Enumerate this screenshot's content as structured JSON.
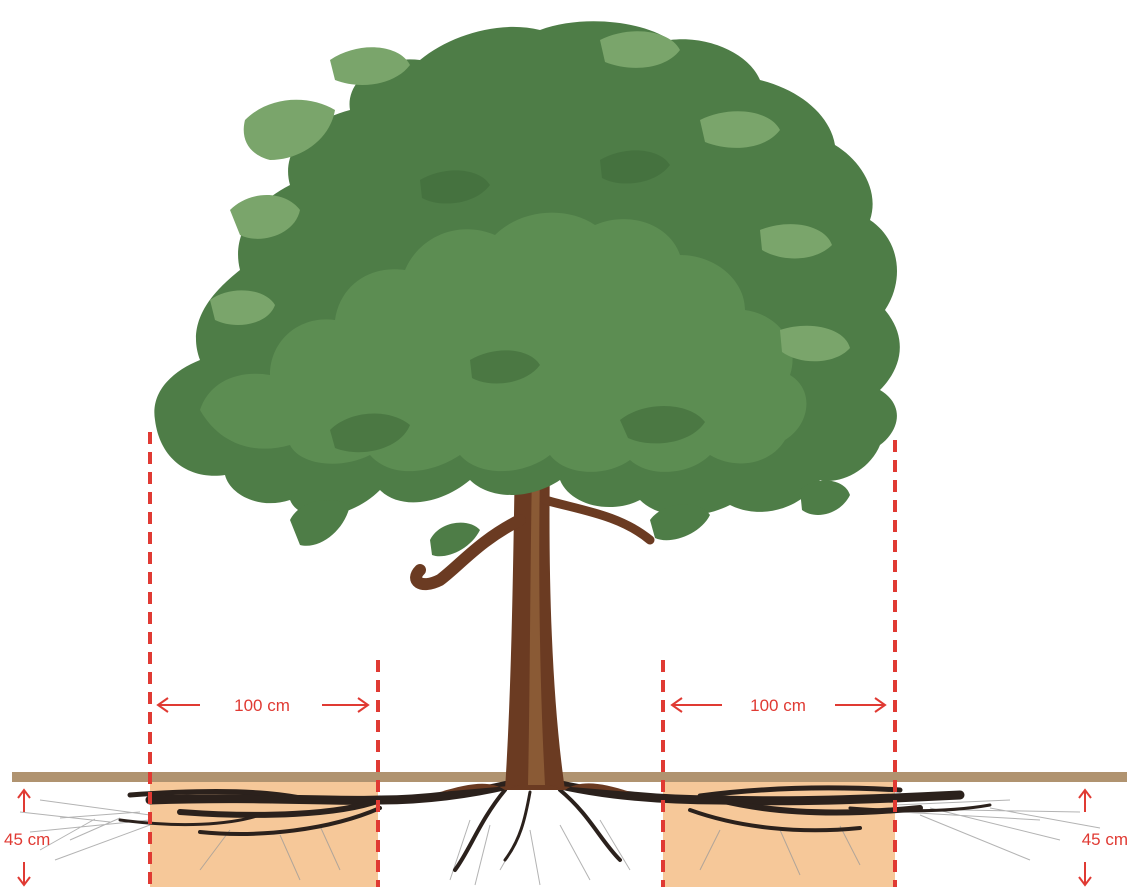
{
  "dimensions": {
    "left_width": "100 cm",
    "right_width": "100 cm",
    "left_depth": "45 cm",
    "right_depth": "45 cm"
  },
  "colors": {
    "dimension": "#e03a33",
    "foliage_dark": "#4e7d47",
    "foliage_mid": "#5f8f55",
    "foliage_light": "#7aa56b",
    "trunk": "#6b3b22",
    "trunk_highlight": "#8a5a35",
    "ground": "#b09370",
    "soil_zone": "#f6c899",
    "roots": "#2b211c",
    "fine_roots": "#9a9a9a"
  }
}
